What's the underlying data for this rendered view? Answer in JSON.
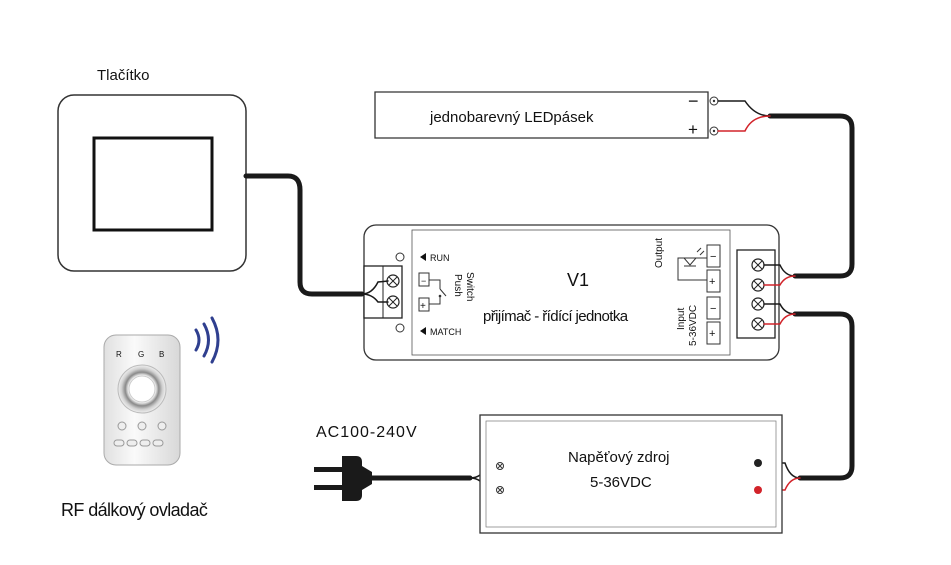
{
  "labels": {
    "button": "Tlačítko",
    "remote": "RF dálkový ovladač",
    "led_strip": "jednobarevný LEDpásek",
    "led_minus": "−",
    "led_plus": "+",
    "controller_model": "V1",
    "controller_name": "přijímač - řídící jednotka",
    "run": "RUN",
    "match": "MATCH",
    "push": "Push",
    "switch": "Switch",
    "output": "Output",
    "input": "Input",
    "input_voltage": "5-36VDC",
    "term_minus_1": "−",
    "term_plus_1": "+",
    "term_minus_2": "−",
    "term_plus_2": "+",
    "push_minus": "−",
    "push_plus": "+",
    "ac_label": "AC100-240V",
    "psu_name": "Napěťový zdroj",
    "psu_voltage": "5-36VDC",
    "remote_r": "R",
    "remote_g": "G",
    "remote_b": "B"
  },
  "colors": {
    "wire": "#1a1a1a",
    "wire_red": "#d2232a",
    "rf_waves": "#2f3f8f",
    "outline": "#333333"
  }
}
